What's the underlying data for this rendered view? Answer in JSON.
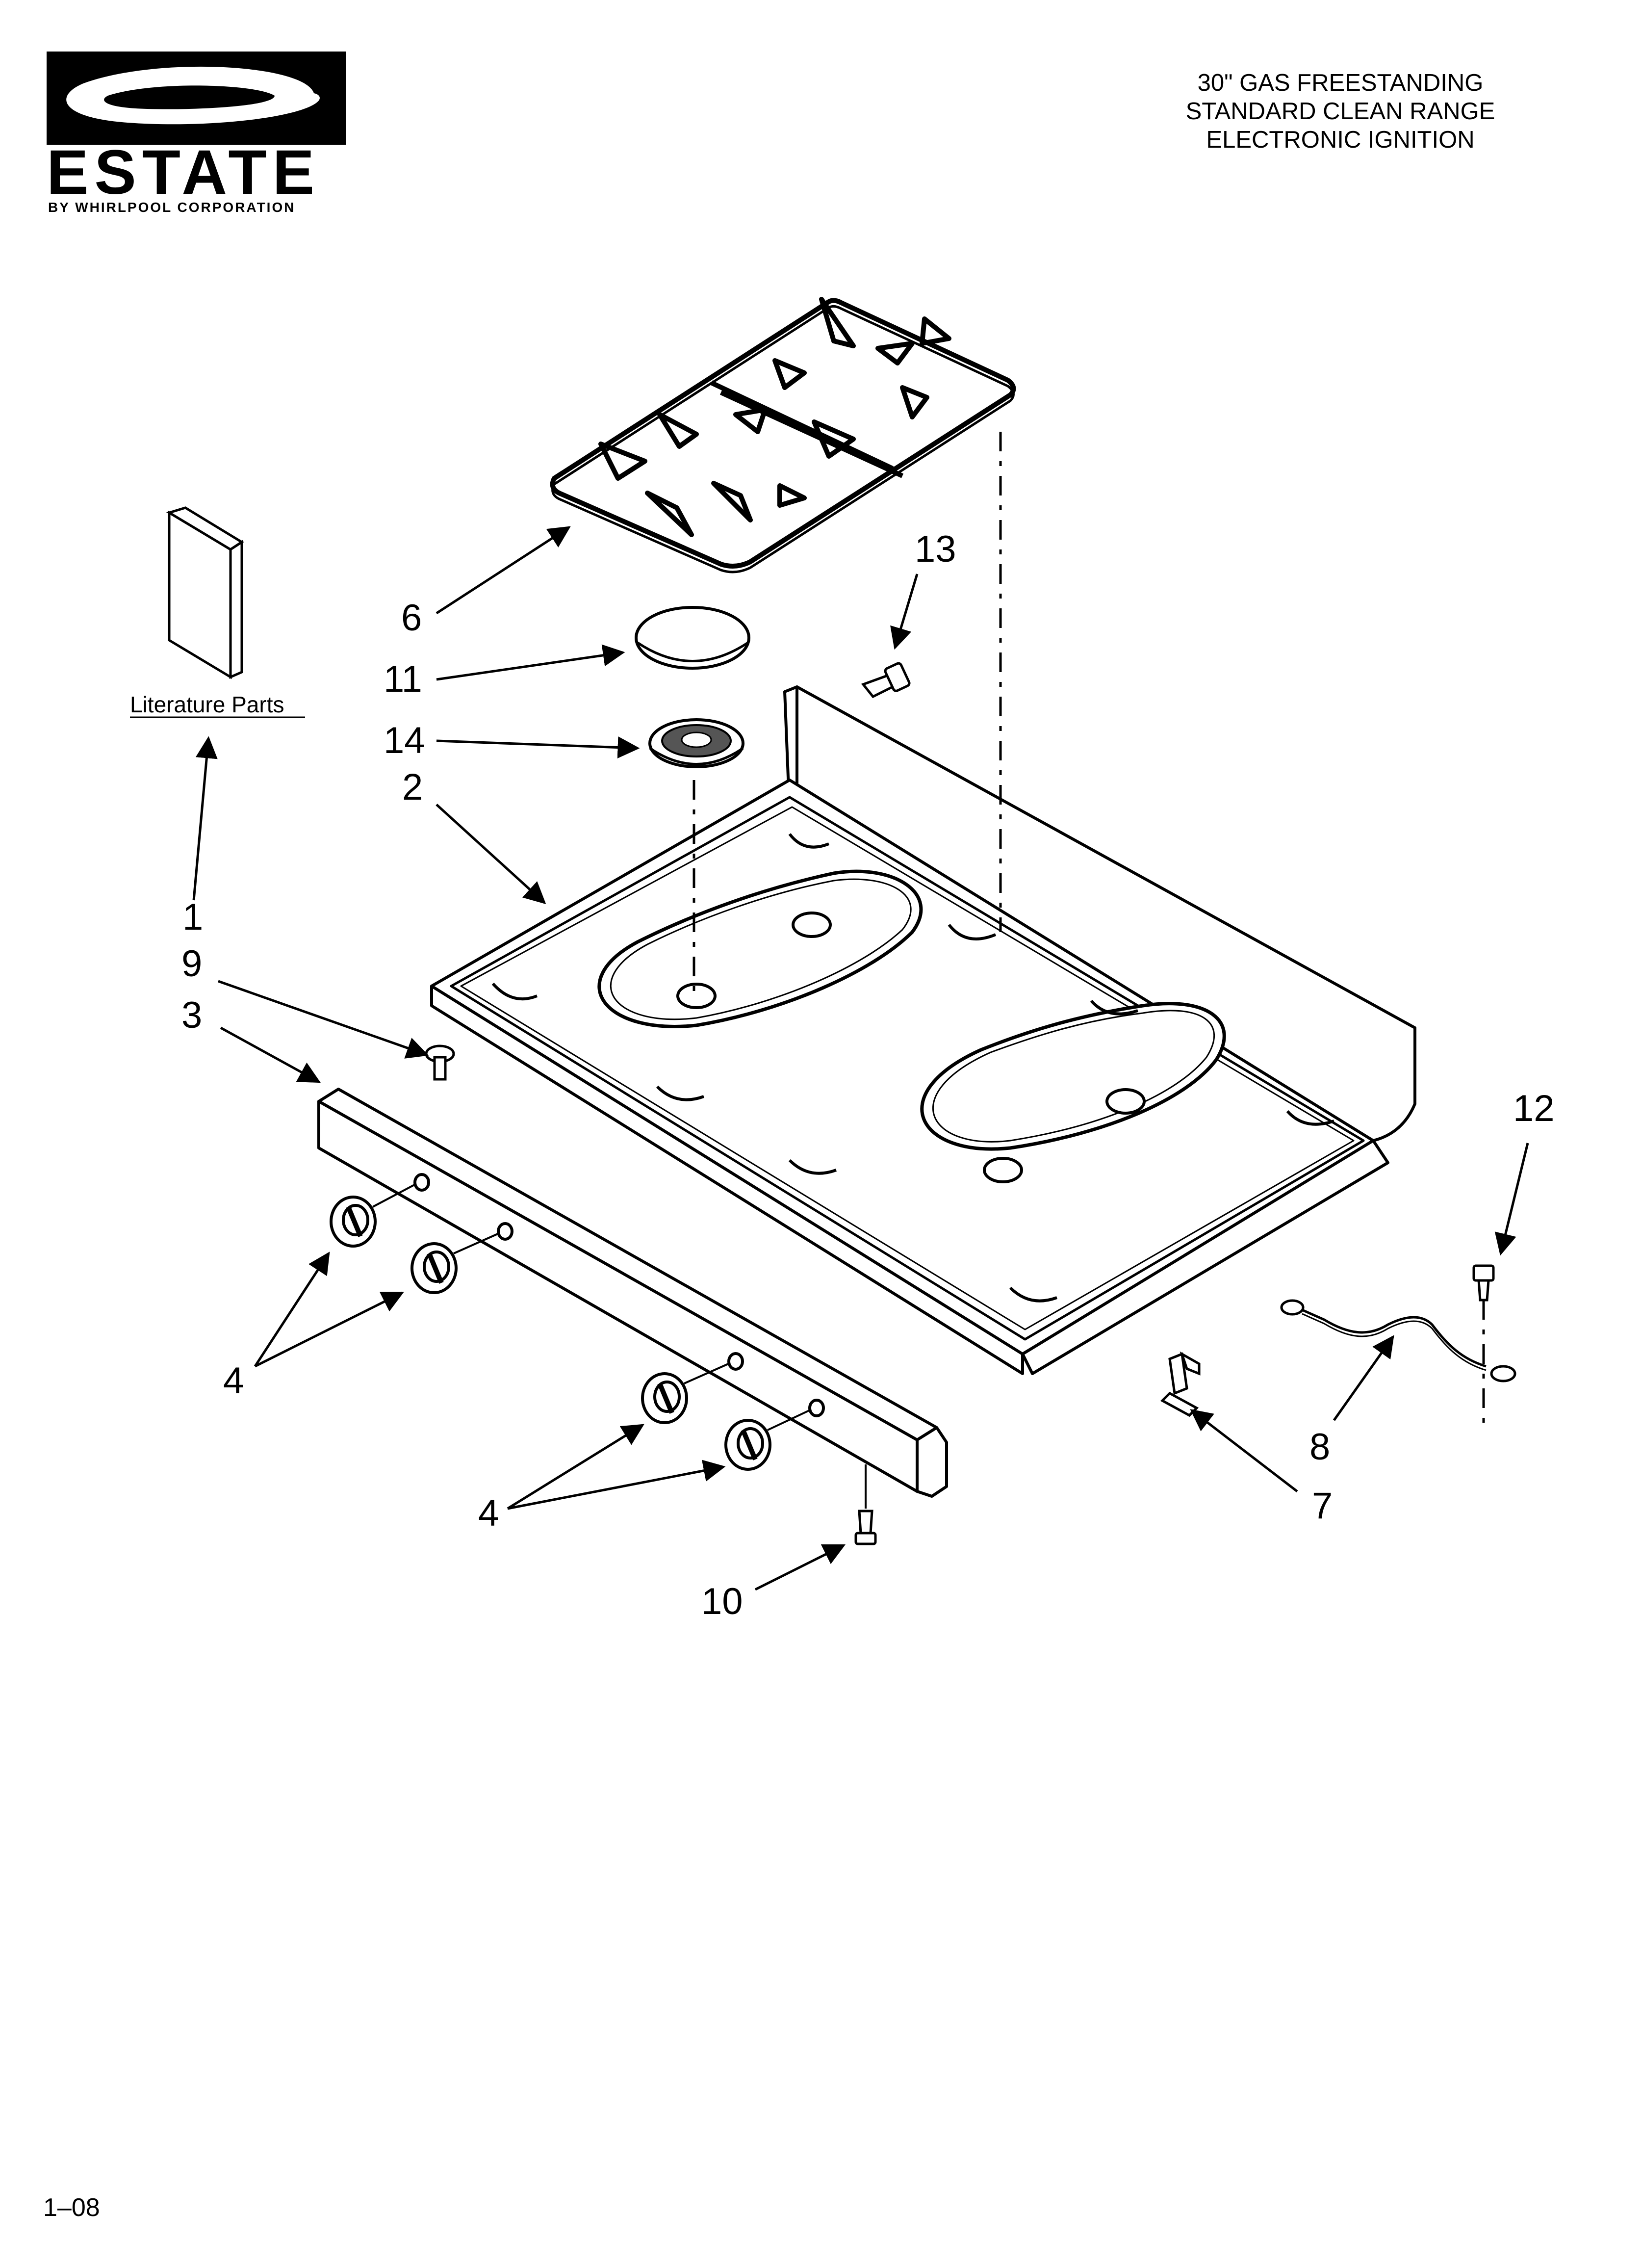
{
  "brand": {
    "logo_text": "ESTATE",
    "logo_subtext": "BY WHIRLPOOL CORPORATION"
  },
  "title": {
    "line1": "30\" GAS FREESTANDING",
    "line2": "STANDARD CLEAN RANGE",
    "line3": "ELECTRONIC IGNITION"
  },
  "literature_label": "Literature Parts",
  "callouts": {
    "c1": "1",
    "c2": "2",
    "c3": "3",
    "c4a": "4",
    "c4b": "4",
    "c6": "6",
    "c7": "7",
    "c8": "8",
    "c9": "9",
    "c10": "10",
    "c11": "11",
    "c12": "12",
    "c13": "13",
    "c14": "14"
  },
  "footer_code": "1–08"
}
